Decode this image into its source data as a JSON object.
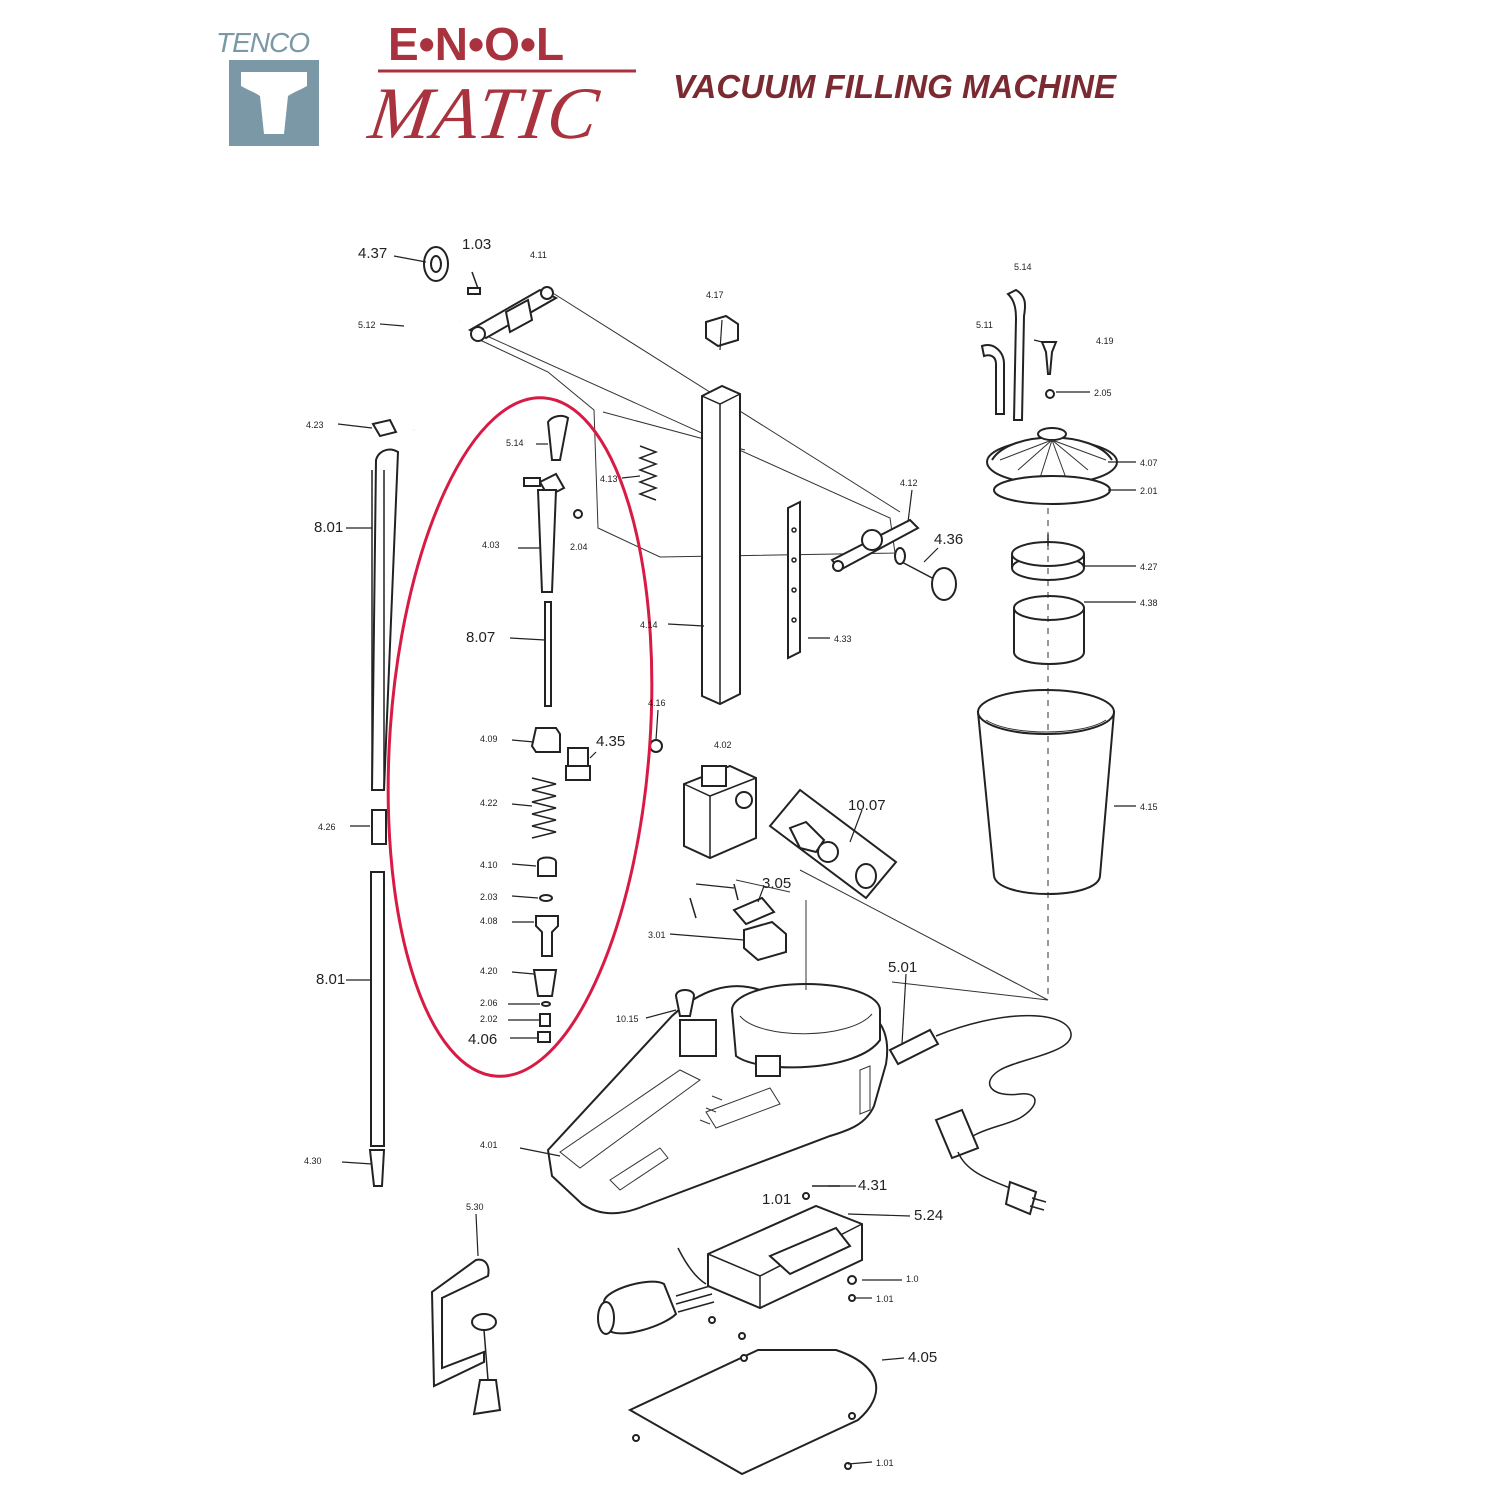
{
  "header": {
    "brand_tenco": "TENCO",
    "brand_enol": "E•N•O•L",
    "brand_matic": "MATIC",
    "title": "VACUUM FILLING MACHINE"
  },
  "colors": {
    "tenco_blue": "#7a98a6",
    "enol_red": "#a8323d",
    "title_red": "#7a2a30",
    "highlight": "#d81b45",
    "ink": "#222222"
  },
  "labels": {
    "l437": "4.37",
    "l103": "1.03",
    "l411": "4.11",
    "l512": "5.12",
    "l417": "4.17",
    "l514a": "5.14",
    "l511": "5.11",
    "l419": "4.19",
    "l205a": "2.05",
    "l423": "4.23",
    "l514b": "5.14",
    "l413": "4.13",
    "l412": "4.12",
    "l407": "4.07",
    "l201": "2.01",
    "l801a": "8.01",
    "l403": "4.03",
    "l204": "2.04",
    "l436": "4.36",
    "l427": "4.27",
    "l438": "4.38",
    "l807": "8.07",
    "l414": "4.14",
    "l433": "4.33",
    "l409": "4.09",
    "l416": "4.16",
    "l435": "4.35",
    "l402": "4.02",
    "l422": "4.22",
    "l1007": "10.07",
    "l415": "4.15",
    "l426": "4.26",
    "l410": "4.10",
    "l203": "2.03",
    "l408": "4.08",
    "l305": "3.05",
    "l301": "3.01",
    "l801b": "8.01",
    "l420": "4.20",
    "l206": "2.06",
    "l202": "2.02",
    "l406": "4.06",
    "l1015": "10.15",
    "l501": "5.01",
    "l401": "4.01",
    "l430": "4.30",
    "l431": "4.31",
    "l101a": "1.01",
    "l524": "5.24",
    "l530": "5.30",
    "l10": "1.0",
    "l101b": "1.01",
    "l405": "4.05",
    "l101c": "1.01"
  }
}
